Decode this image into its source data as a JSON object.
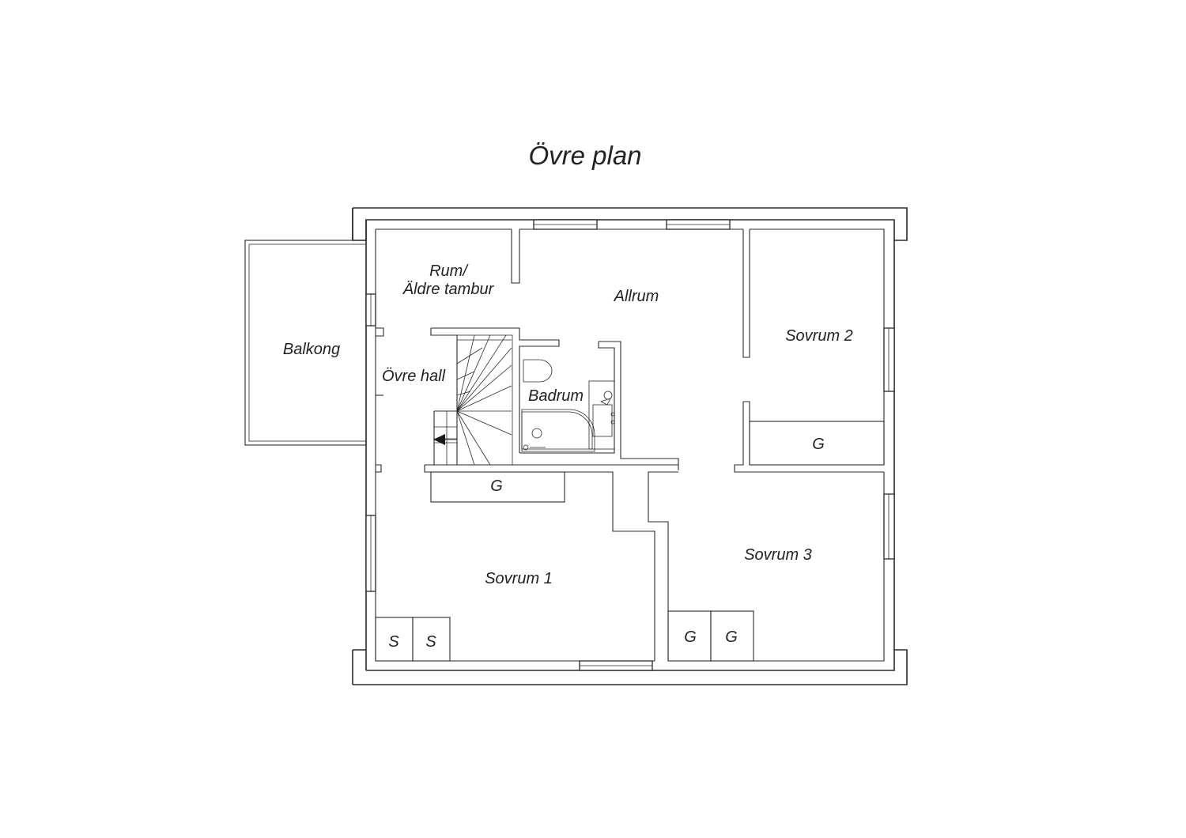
{
  "title": "Övre plan",
  "rooms": {
    "rum": "Rum/",
    "aldre_tambur": "Äldre tambur",
    "allrum": "Allrum",
    "balkong": "Balkong",
    "ovre_hall": "Övre hall",
    "badrum": "Badrum",
    "sovrum1": "Sovrum 1",
    "sovrum2": "Sovrum 2",
    "sovrum3": "Sovrum 3"
  },
  "storage": {
    "g_sovrum2": "G",
    "g_hall": "G",
    "s1": "S",
    "s2": "S",
    "g_sovrum3_a": "G",
    "g_sovrum3_b": "G"
  }
}
